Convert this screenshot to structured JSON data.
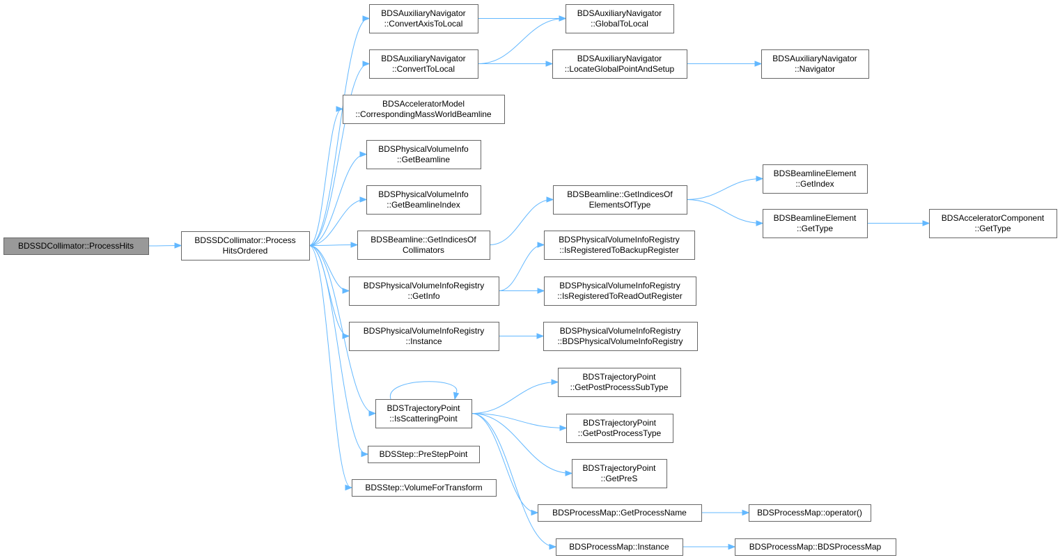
{
  "nodes": {
    "n0": {
      "lines": [
        "BDSSDCollimator::ProcessHits"
      ],
      "root": true
    },
    "n1": {
      "lines": [
        "BDSSDCollimator::Process",
        "HitsOrdered"
      ]
    },
    "n2": {
      "lines": [
        "BDSAuxiliaryNavigator",
        "::ConvertAxisToLocal"
      ]
    },
    "n3": {
      "lines": [
        "BDSAuxiliaryNavigator",
        "::ConvertToLocal"
      ]
    },
    "n4": {
      "lines": [
        "BDSAcceleratorModel",
        "::CorrespondingMassWorldBeamline"
      ]
    },
    "n5": {
      "lines": [
        "BDSPhysicalVolumeInfo",
        "::GetBeamline"
      ]
    },
    "n6": {
      "lines": [
        "BDSPhysicalVolumeInfo",
        "::GetBeamlineIndex"
      ]
    },
    "n7": {
      "lines": [
        "BDSBeamline::GetIndicesOf",
        "Collimators"
      ]
    },
    "n8": {
      "lines": [
        "BDSPhysicalVolumeInfoRegistry",
        "::GetInfo"
      ]
    },
    "n9": {
      "lines": [
        "BDSPhysicalVolumeInfoRegistry",
        "::Instance"
      ]
    },
    "n10": {
      "lines": [
        "BDSTrajectoryPoint",
        "::IsScatteringPoint"
      ]
    },
    "n11": {
      "lines": [
        "BDSStep::PreStepPoint"
      ]
    },
    "n12": {
      "lines": [
        "BDSStep::VolumeForTransform"
      ]
    },
    "n13": {
      "lines": [
        "BDSAuxiliaryNavigator",
        "::GlobalToLocal"
      ]
    },
    "n14": {
      "lines": [
        "BDSAuxiliaryNavigator",
        "::LocateGlobalPointAndSetup"
      ]
    },
    "n15": {
      "lines": [
        "BDSAuxiliaryNavigator",
        "::Navigator"
      ]
    },
    "n16": {
      "lines": [
        "BDSBeamline::GetIndicesOf",
        "ElementsOfType"
      ]
    },
    "n17": {
      "lines": [
        "BDSBeamlineElement",
        "::GetIndex"
      ]
    },
    "n18": {
      "lines": [
        "BDSBeamlineElement",
        "::GetType"
      ]
    },
    "n19": {
      "lines": [
        "BDSAcceleratorComponent",
        "::GetType"
      ]
    },
    "n20": {
      "lines": [
        "BDSPhysicalVolumeInfoRegistry",
        "::IsRegisteredToBackupRegister"
      ]
    },
    "n21": {
      "lines": [
        "BDSPhysicalVolumeInfoRegistry",
        "::IsRegisteredToReadOutRegister"
      ]
    },
    "n22": {
      "lines": [
        "BDSPhysicalVolumeInfoRegistry",
        "::BDSPhysicalVolumeInfoRegistry"
      ]
    },
    "n23": {
      "lines": [
        "BDSTrajectoryPoint",
        "::GetPostProcessSubType"
      ]
    },
    "n24": {
      "lines": [
        "BDSTrajectoryPoint",
        "::GetPostProcessType"
      ]
    },
    "n25": {
      "lines": [
        "BDSTrajectoryPoint",
        "::GetPreS"
      ]
    },
    "n26": {
      "lines": [
        "BDSProcessMap::GetProcessName"
      ]
    },
    "n27": {
      "lines": [
        "BDSProcessMap::Instance"
      ]
    },
    "n28": {
      "lines": [
        "BDSProcessMap::operator()"
      ]
    },
    "n29": {
      "lines": [
        "BDSProcessMap::BDSProcessMap"
      ]
    }
  },
  "edges": [
    [
      "n0",
      "n1"
    ],
    [
      "n1",
      "n2"
    ],
    [
      "n1",
      "n3"
    ],
    [
      "n1",
      "n4"
    ],
    [
      "n1",
      "n5"
    ],
    [
      "n1",
      "n6"
    ],
    [
      "n1",
      "n7"
    ],
    [
      "n1",
      "n8"
    ],
    [
      "n1",
      "n9"
    ],
    [
      "n1",
      "n10"
    ],
    [
      "n1",
      "n11"
    ],
    [
      "n1",
      "n12"
    ],
    [
      "n2",
      "n13"
    ],
    [
      "n3",
      "n13"
    ],
    [
      "n3",
      "n14"
    ],
    [
      "n14",
      "n15"
    ],
    [
      "n7",
      "n16"
    ],
    [
      "n16",
      "n17"
    ],
    [
      "n16",
      "n18"
    ],
    [
      "n18",
      "n19"
    ],
    [
      "n8",
      "n20"
    ],
    [
      "n8",
      "n21"
    ],
    [
      "n9",
      "n22"
    ],
    [
      "n10",
      "n10"
    ],
    [
      "n10",
      "n23"
    ],
    [
      "n10",
      "n24"
    ],
    [
      "n10",
      "n25"
    ],
    [
      "n10",
      "n26"
    ],
    [
      "n10",
      "n27"
    ],
    [
      "n26",
      "n28"
    ],
    [
      "n27",
      "n29"
    ]
  ]
}
